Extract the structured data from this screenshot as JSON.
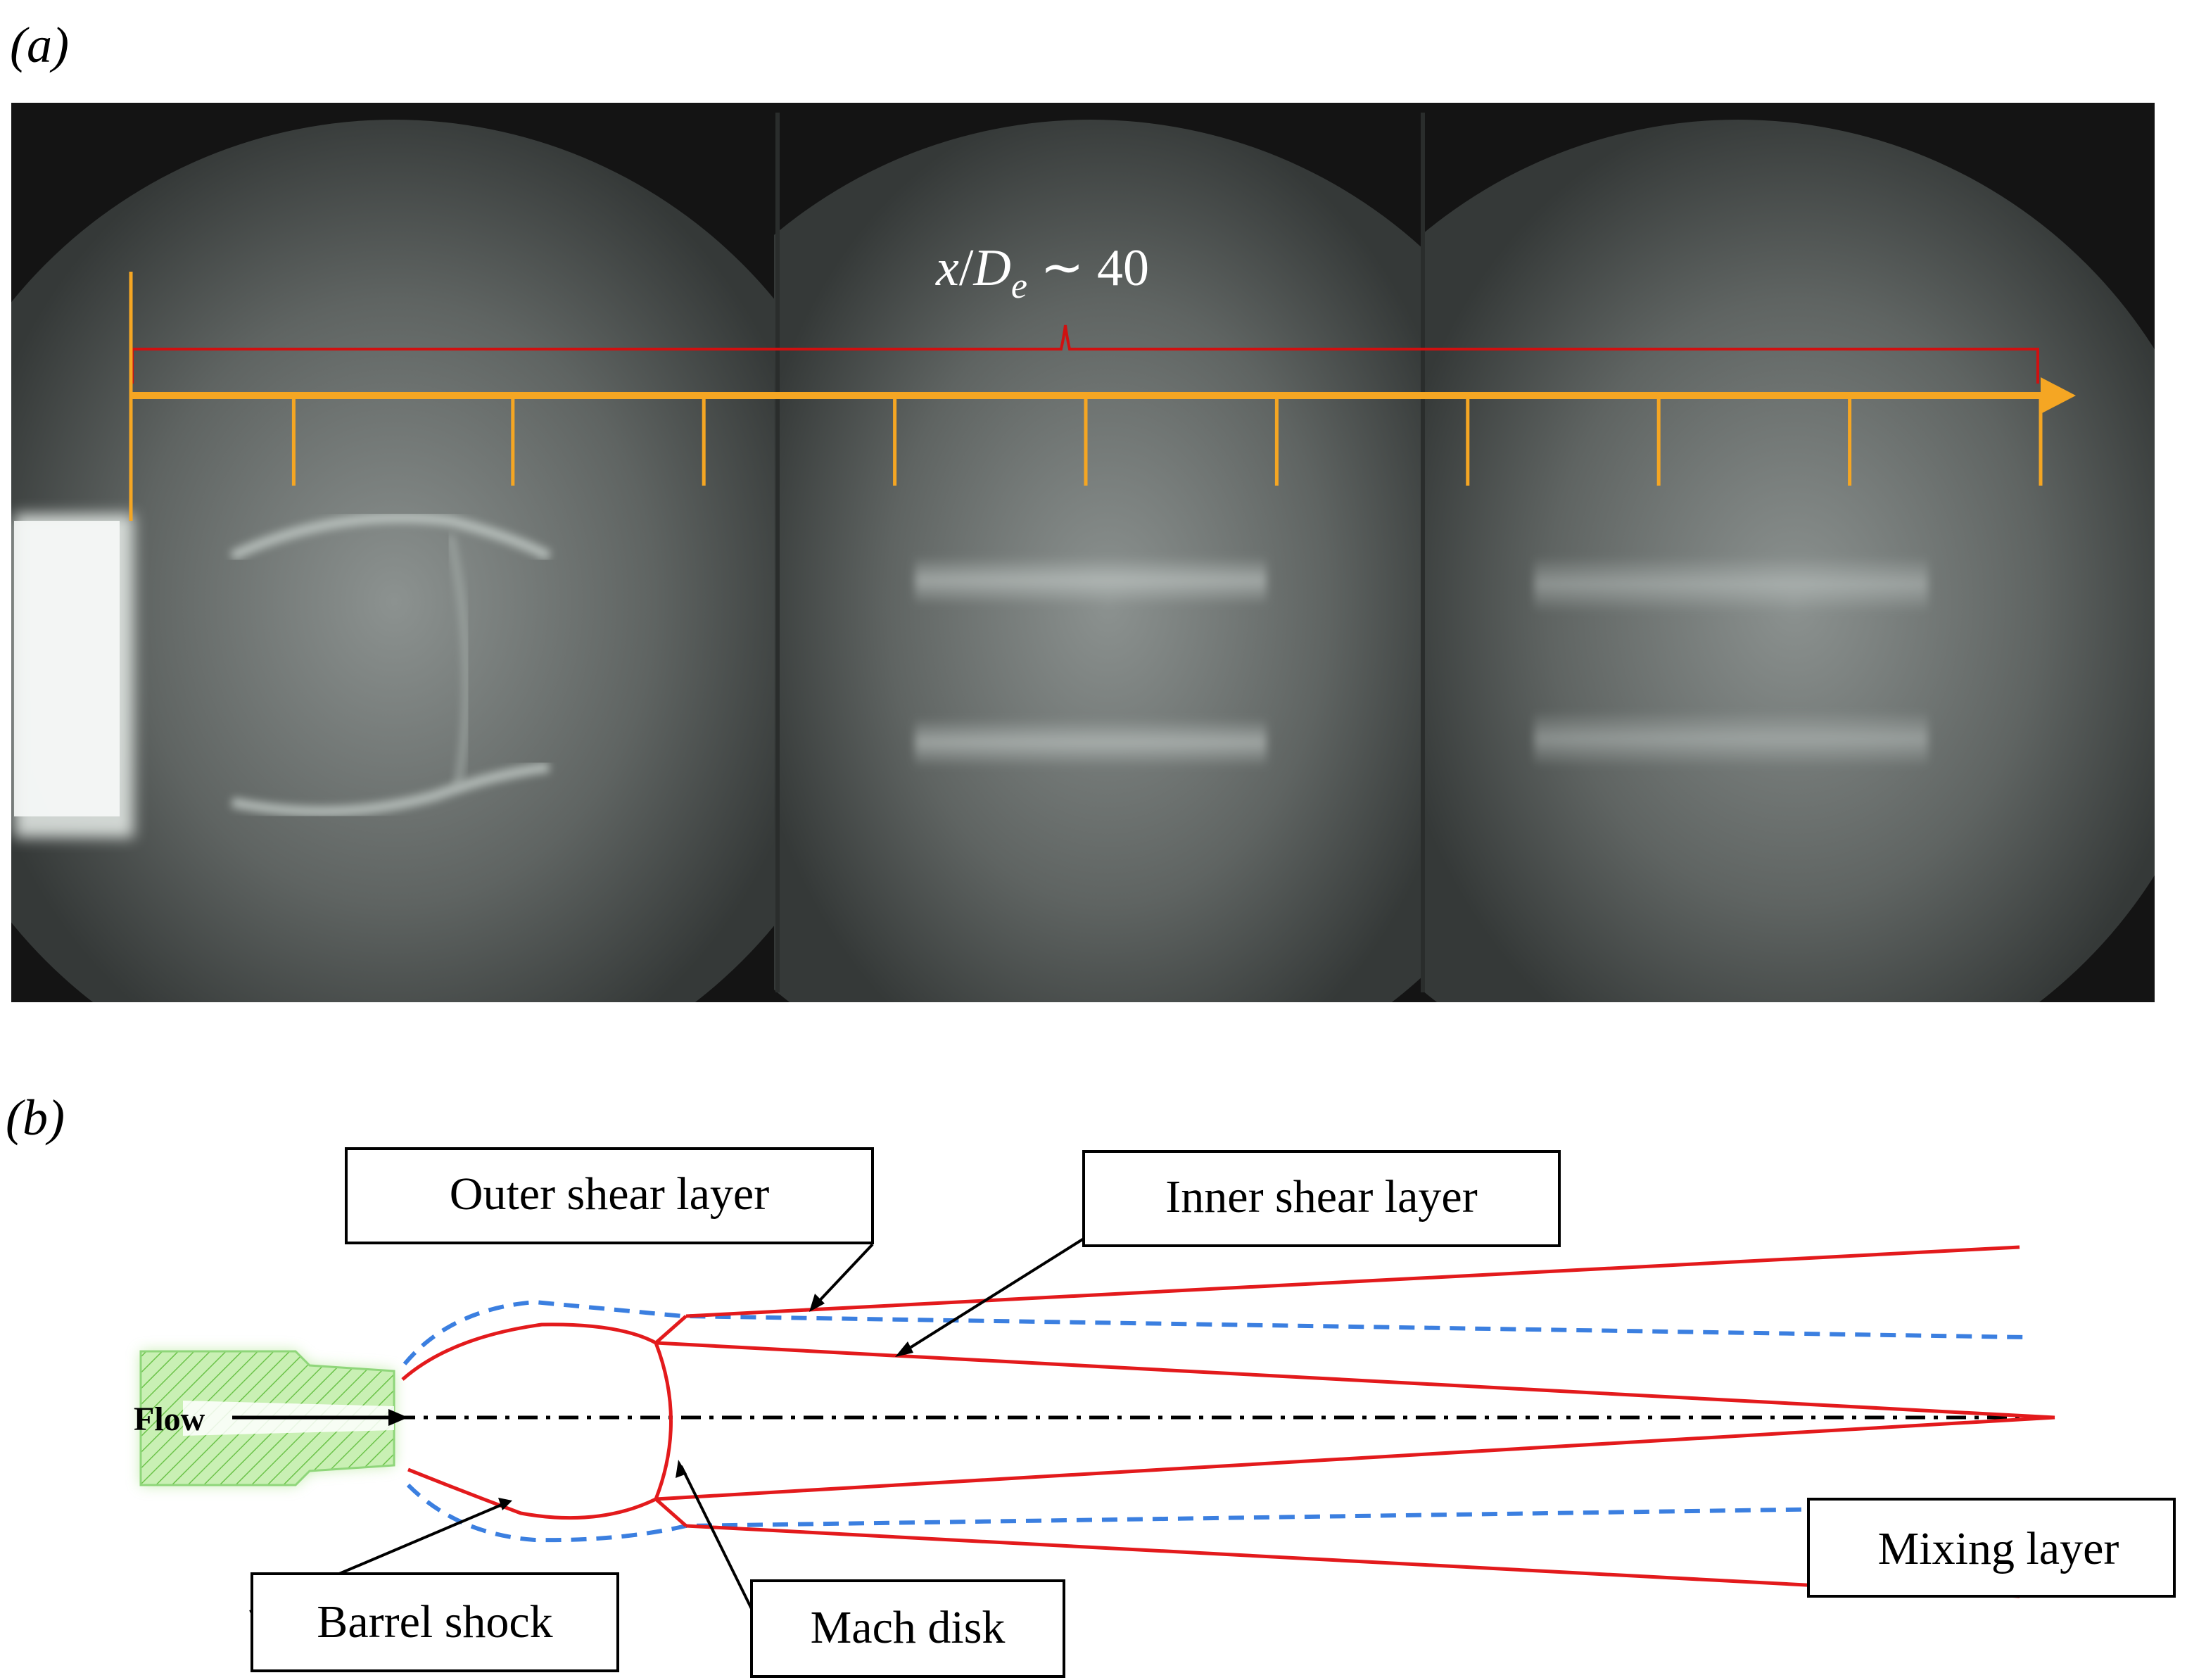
{
  "panels": {
    "a_label": "(a)",
    "b_label": "(b)"
  },
  "scale": {
    "label_x": "x",
    "label_slash": "/",
    "label_d": "D",
    "label_sub": "e",
    "label_tail": " ∼ 40",
    "ticks": 11
  },
  "schematic": {
    "flow": "Flow",
    "outer_shear_layer": "Outer shear layer",
    "inner_shear_layer": "Inner shear layer",
    "barrel_shock": "Barrel shock",
    "mach_disk": "Mach disk",
    "mixing_layer": "Mixing layer"
  },
  "colors": {
    "scale_bar": "#f5a623",
    "brace": "#d01010",
    "shear_line": "#e31a1c",
    "dashed_line": "#3b7fe0",
    "nozzle": "#9fe07a"
  }
}
